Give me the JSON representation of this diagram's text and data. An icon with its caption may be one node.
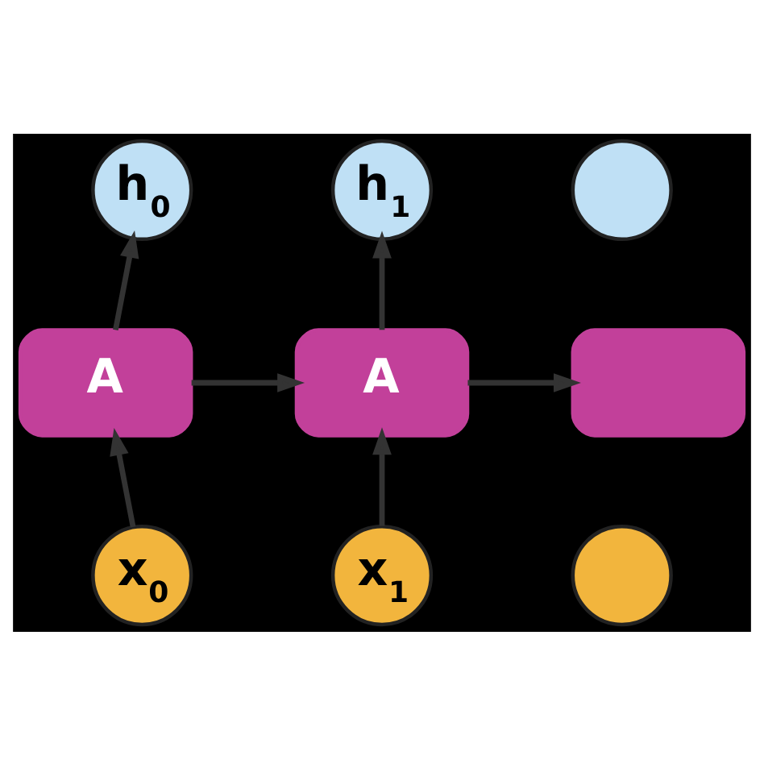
{
  "diagram": {
    "nodes": [
      {
        "text": [
          "A"
        ]
      },
      {
        "text": [
          "A"
        ]
      },
      {
        "text": [],
        "shape": "box"
      },
      {
        "text": [
          "h$_{0}$"
        ]
      },
      {
        "text": [
          "h$_{1}$"
        ]
      },
      {
        "text": [],
        "shape": "circle"
      },
      {
        "text": [
          "x$_{0}$"
        ]
      },
      {
        "text": [
          "x$_{1}$"
        ]
      },
      {
        "text": [],
        "shape": "circle"
      }
    ],
    "edges": [
      {
        "from": 6,
        "to": 0,
        "arrow": "to"
      },
      {
        "from": 0,
        "to": 3,
        "arrow": "to"
      },
      {
        "from": 0,
        "to": 1,
        "arrow": "to"
      },
      {
        "from": 7,
        "to": 1,
        "arrow": "to"
      },
      {
        "from": 1,
        "to": 4,
        "arrow": "to"
      },
      {
        "from": 1,
        "to": 2,
        "arrow": "to"
      }
    ]
  }
}
